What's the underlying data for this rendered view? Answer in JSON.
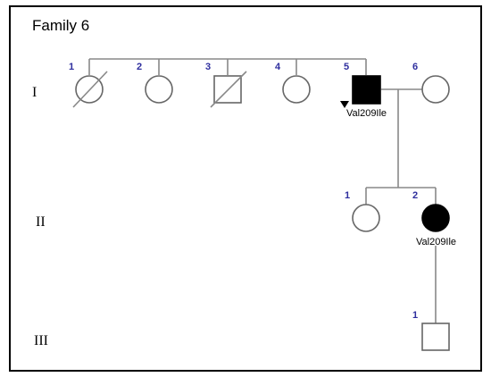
{
  "title": "Family 6",
  "generations": [
    "I",
    "II",
    "III"
  ],
  "individuals": {
    "I1": {
      "number": "1",
      "sex": "female",
      "deceased": true,
      "affected": false
    },
    "I2": {
      "number": "2",
      "sex": "female",
      "deceased": false,
      "affected": false
    },
    "I3": {
      "number": "3",
      "sex": "male",
      "deceased": true,
      "affected": false
    },
    "I4": {
      "number": "4",
      "sex": "female",
      "deceased": false,
      "affected": false
    },
    "I5": {
      "number": "5",
      "sex": "male",
      "deceased": false,
      "affected": true,
      "proband": true,
      "variant": "Val209Ile"
    },
    "I6": {
      "number": "6",
      "sex": "female",
      "deceased": false,
      "affected": false
    },
    "II1": {
      "number": "1",
      "sex": "female",
      "deceased": false,
      "affected": false
    },
    "II2": {
      "number": "2",
      "sex": "female",
      "deceased": false,
      "affected": true,
      "variant": "Val209Ile"
    },
    "III1": {
      "number": "1",
      "sex": "male",
      "deceased": false,
      "affected": false
    }
  },
  "colors": {
    "affected": "#000000",
    "number_label": "#2e2e9e",
    "line": "#888888"
  }
}
